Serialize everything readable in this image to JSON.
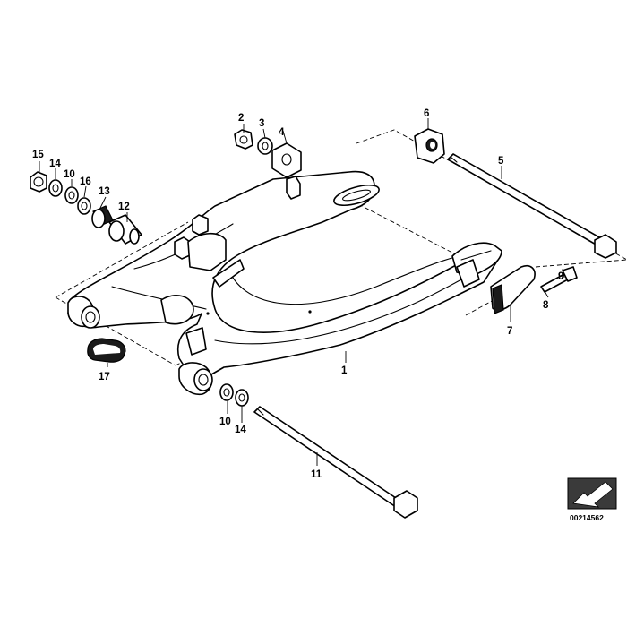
{
  "callouts": {
    "p1": "1",
    "p2": "2",
    "p3": "3",
    "p4": "4",
    "p5": "5",
    "p6": "6",
    "p7": "7",
    "p8": "8",
    "p9": "9",
    "p10a": "10",
    "p10b": "10",
    "p11": "11",
    "p12": "12",
    "p13": "13",
    "p14a": "14",
    "p14b": "14",
    "p15": "15",
    "p16": "16",
    "p17": "17"
  },
  "document_number": "00214562",
  "colors": {
    "line": "#000000",
    "background": "#ffffff",
    "badge": "#3a3a3a"
  },
  "icons": {
    "direction_badge": "arrow-down-left-icon"
  }
}
